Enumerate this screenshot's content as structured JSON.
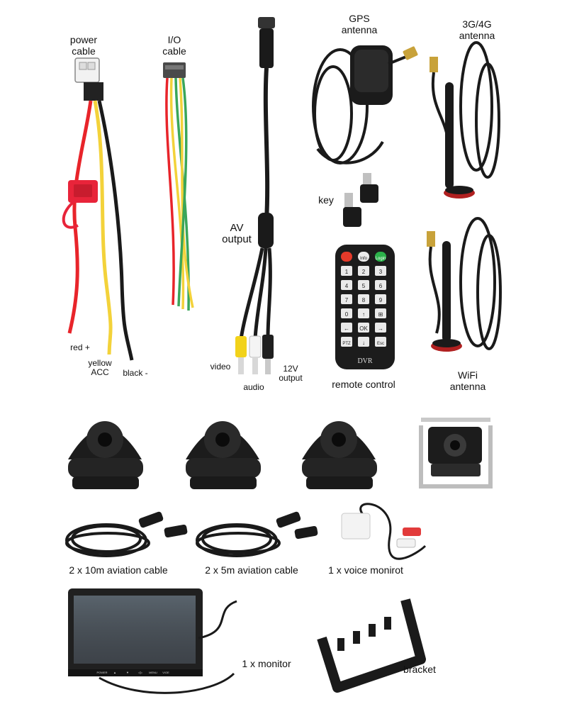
{
  "labels": {
    "power_cable": [
      "power",
      "cable"
    ],
    "io_cable": [
      "I/O",
      "cable"
    ],
    "gps_antenna": [
      "GPS",
      "antenna"
    ],
    "antenna_3g4g": [
      "3G/4G",
      "antenna"
    ],
    "av_output": [
      "AV",
      "output"
    ],
    "key": "key",
    "red": "red +",
    "yellow": [
      "yellow",
      "ACC"
    ],
    "black": "black -",
    "video": "video",
    "audio": "audio",
    "output_12v": [
      "12V",
      "output"
    ],
    "remote_control": "remote control",
    "wifi_antenna": [
      "WiFi",
      "antenna"
    ],
    "cable_10m": "2 x 10m aviation cable",
    "cable_5m": "2 x 5m aviation cable",
    "voice_monitor": "1 x voice monirot",
    "monitor": "1 x monitor",
    "bracket": "bracket"
  },
  "remote": {
    "brand": "DVR",
    "keys": [
      "",
      "Info",
      "Login",
      "1",
      "2",
      "3",
      "4",
      "5",
      "6",
      "7",
      "8",
      "9",
      "0",
      "↑",
      "⊞",
      "←",
      "OK",
      "→",
      "PTZ",
      "↓",
      "Esc"
    ]
  },
  "monitor": {
    "buttons": [
      "POWER",
      "▲",
      "▼",
      "◁▷",
      "MENU",
      "V/OE"
    ]
  },
  "colors": {
    "cable_black": "#1a1a1a",
    "wire_red": "#e8242a",
    "wire_yellow": "#f3d23a",
    "wire_green": "#3aa65a",
    "fuse_red": "#e8243a",
    "power_key_red": "#e53a2a",
    "login_key_green": "#2bb24a"
  }
}
